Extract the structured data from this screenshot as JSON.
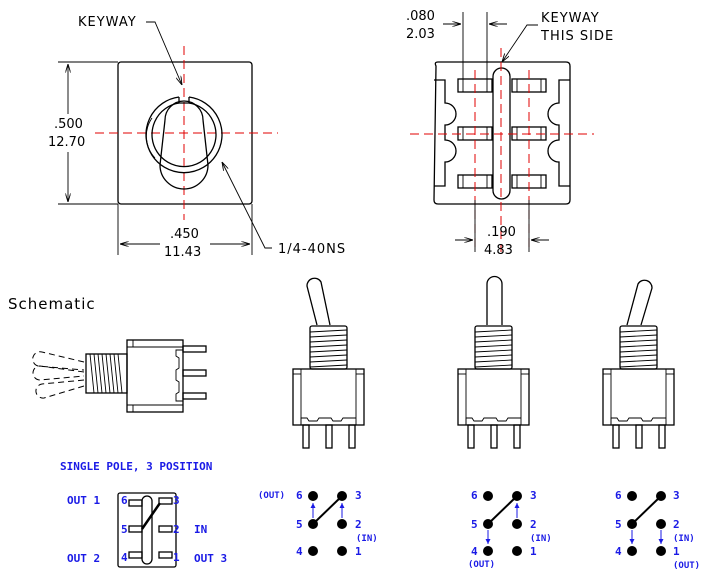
{
  "front_view": {
    "keyway_label": "KEYWAY",
    "height_in": ".500",
    "height_mm": "12.70",
    "width_in": ".450",
    "width_mm": "11.43",
    "thread_label": "1/4-40NS"
  },
  "bottom_view": {
    "keyway_label_line1": "KEYWAY",
    "keyway_label_line2": "THIS SIDE",
    "terminal_width_in": ".080",
    "terminal_width_mm": "2.03",
    "terminal_spacing_in": ".190",
    "terminal_spacing_mm": "4.83"
  },
  "schematic": {
    "title": "Schematic",
    "subtitle": "SINGLE POLE, 3 POSITION",
    "pins": {
      "p1": "1",
      "p2": "2",
      "p3": "3",
      "p4": "4",
      "p5": "5",
      "p6": "6"
    },
    "labels": {
      "out1": "OUT 1",
      "out2": "OUT 2",
      "out3": "OUT 3",
      "in": "IN"
    }
  },
  "positions": [
    {
      "name": "up",
      "out_label": "(OUT)",
      "in_label": "(IN)"
    },
    {
      "name": "center",
      "out_label": "(OUT)",
      "in_label": "(IN)"
    },
    {
      "name": "down",
      "out_label": "(OUT)",
      "in_label": "(IN)"
    }
  ],
  "colors": {
    "outline": "#000000",
    "centerline": "#e00000",
    "annotation": "#1a1ae6"
  }
}
